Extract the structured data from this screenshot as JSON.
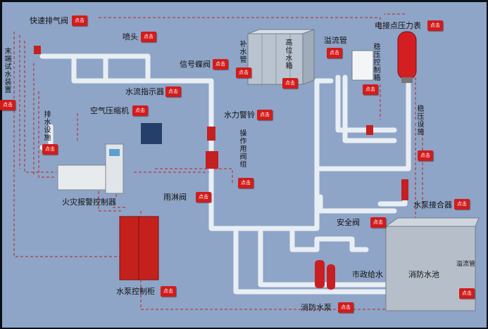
{
  "button_label": "点击",
  "labels": {
    "fast_exhaust_valve": "快速排气阀",
    "sprinkler_head": "喷头",
    "signal_butterfly_valve": "信号蝶阀",
    "water_flow_indicator": "水流指示器",
    "air_compressor": "空气压缩机",
    "water_motor_bell": "水力警铃",
    "fire_alarm_controller": "火灾报警控制器",
    "rain_shower_valve": "雨淋阀",
    "pump_control_cabinet": "水泵控制柜",
    "fire_pump": "消防水泵",
    "municipal_water_supply": "市政给水",
    "safety_valve": "安全阀",
    "fire_pool": "消防水池",
    "pump_adapter": "水泵接合器",
    "overflow_pipe_top": "溢流管",
    "ecp_gauge": "电接点压力表",
    "overflow_pipe_right": "溢流管"
  },
  "vertical_labels": {
    "end_test_device": "末端试水装置",
    "drain_facility": "排水设施",
    "makeup_water_pipe": "补水管",
    "high_water_tank": "高位水箱",
    "pressure_control_box": "稳压控制箱",
    "pressure_equipment": "稳压设施",
    "operation_valve_group": "操作用阀组"
  },
  "colors": {
    "background": "#8ea5c7",
    "pipe": "#e9eef4",
    "button": "#d11c1c",
    "cabinet": "#c4211d"
  }
}
